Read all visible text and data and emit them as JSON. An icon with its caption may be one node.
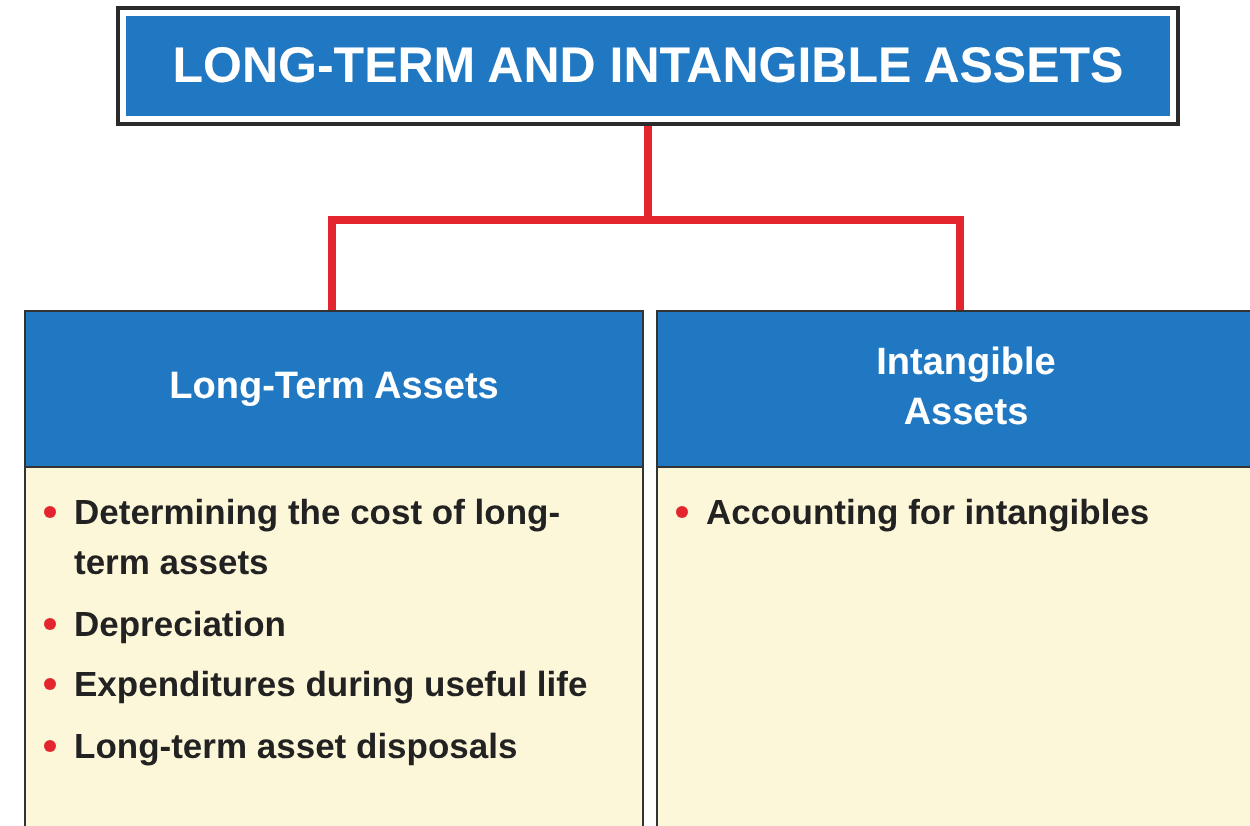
{
  "diagram": {
    "nodes": [
      {
        "text": [
          "LONG-TERM AND INTANGIBLE ASSETS"
        ]
      },
      {
        "text": [
          "Long-Term Assets",
          "Determining the cost of long-term assets",
          "Depreciation",
          "Expenditures during useful life",
          "Long-term asset disposals"
        ]
      },
      {
        "text": [
          "Intangible Assets",
          "Accounting for intangibles"
        ]
      }
    ],
    "edges": [
      {
        "from": 0,
        "to": 1,
        "arrow": "none"
      },
      {
        "from": 0,
        "to": 2,
        "arrow": "none"
      }
    ]
  }
}
